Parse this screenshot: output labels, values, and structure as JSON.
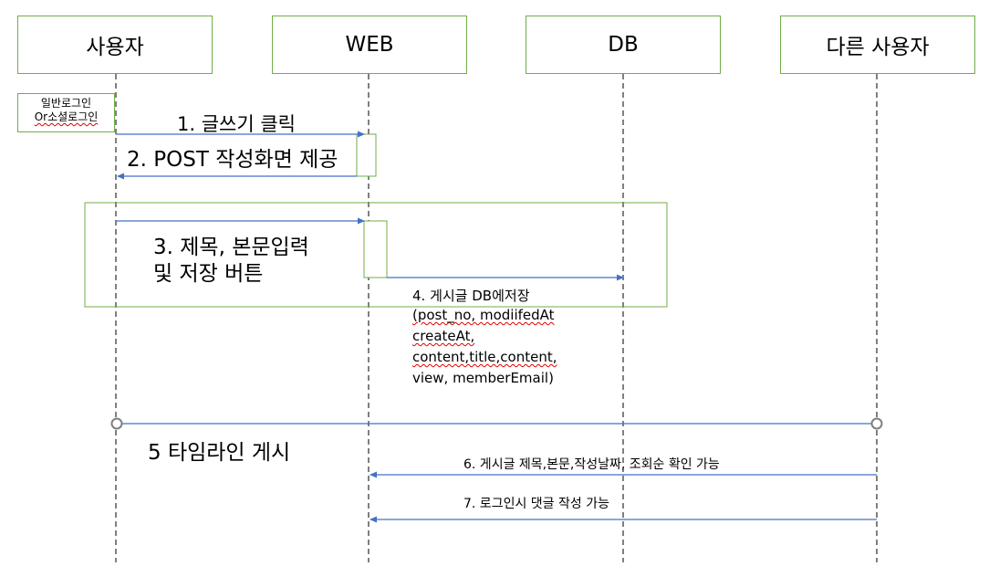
{
  "actors": {
    "user": "사용자",
    "web": "WEB",
    "db": "DB",
    "other_user": "다른 사용자"
  },
  "note": {
    "line1": "일반로그인",
    "line2": "Or소셜로그인"
  },
  "messages": {
    "m1": "1. 글쓰기 클릭",
    "m2": "2. POST 작성화면 제공",
    "m3_line1": "3. 제목, 본문입력",
    "m3_line2": "및 저장 버튼",
    "m4_line1": "4. 게시글 DB에저장",
    "m4_line2": "(post_no, modiifedAt",
    "m4_line3": "createAt,",
    "m4_line4": "content,title,content,",
    "m4_line5": "view, memberEmail)",
    "m5": "5 타임라인 게시",
    "m6": "6. 게시글 제목,본문,작성날짜, 조회순 확인 가능",
    "m7": "7. 로그인시 댓글 작성 가능"
  },
  "colors": {
    "box_border": "#70ad47",
    "arrow": "#4472c4",
    "lifeline": "#000000"
  }
}
